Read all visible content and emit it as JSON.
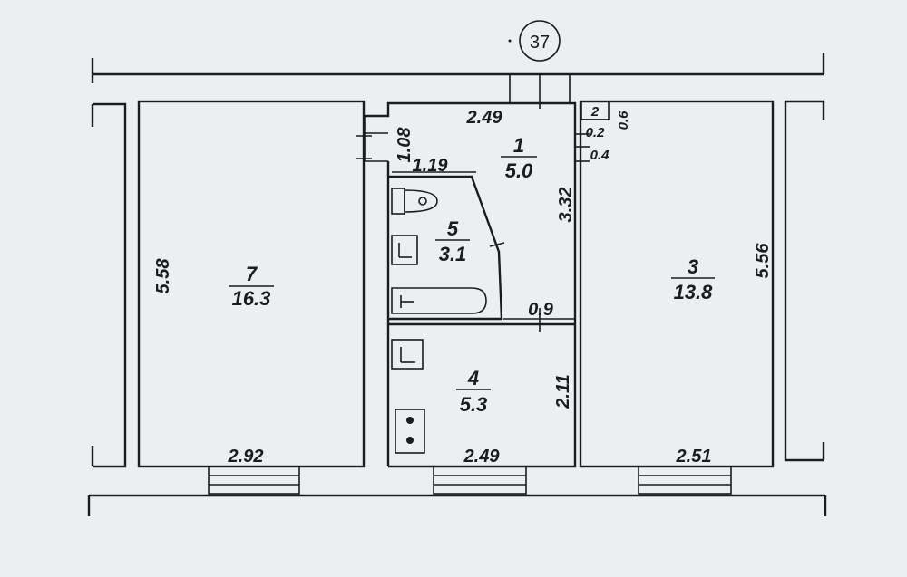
{
  "axis_marker": "37",
  "rooms": {
    "r1": {
      "number": "1",
      "area": "5.0"
    },
    "r2": {
      "number": "2",
      "area": "0.2"
    },
    "r3": {
      "number": "3",
      "area": "13.8"
    },
    "r4": {
      "number": "4",
      "area": "5.3"
    },
    "r5": {
      "number": "5",
      "area": "3.1"
    },
    "r7": {
      "number": "7",
      "area": "16.3"
    }
  },
  "dimensions": {
    "r7_height": "5.58",
    "r7_width": "2.92",
    "r1_top_width": "2.49",
    "r1_door_height": "1.08",
    "r1_bath_width": "1.19",
    "r1_height": "3.32",
    "r2_width": "0.6",
    "r2_lower": "0.4",
    "r5_gap": "0.9",
    "r4_height": "2.11",
    "r4_width": "2.49",
    "r3_height": "5.56",
    "r3_width": "2.51"
  }
}
